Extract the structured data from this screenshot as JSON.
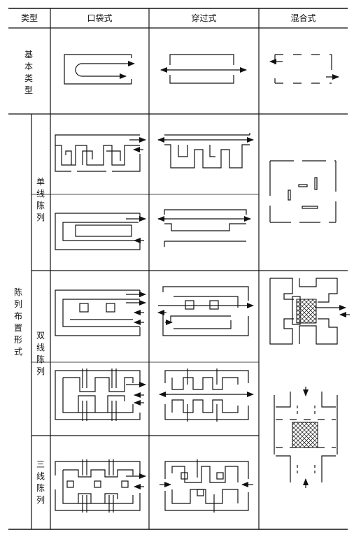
{
  "header": {
    "type_col": "类型",
    "col_pocket": "口袋式",
    "col_through": "穿过式",
    "col_mixed": "混合式"
  },
  "rows": {
    "basic": "基本类型",
    "arrangement": "陈列布置形式",
    "single": "单线陈列",
    "double": "双线陈列",
    "triple": "三线陈列"
  }
}
